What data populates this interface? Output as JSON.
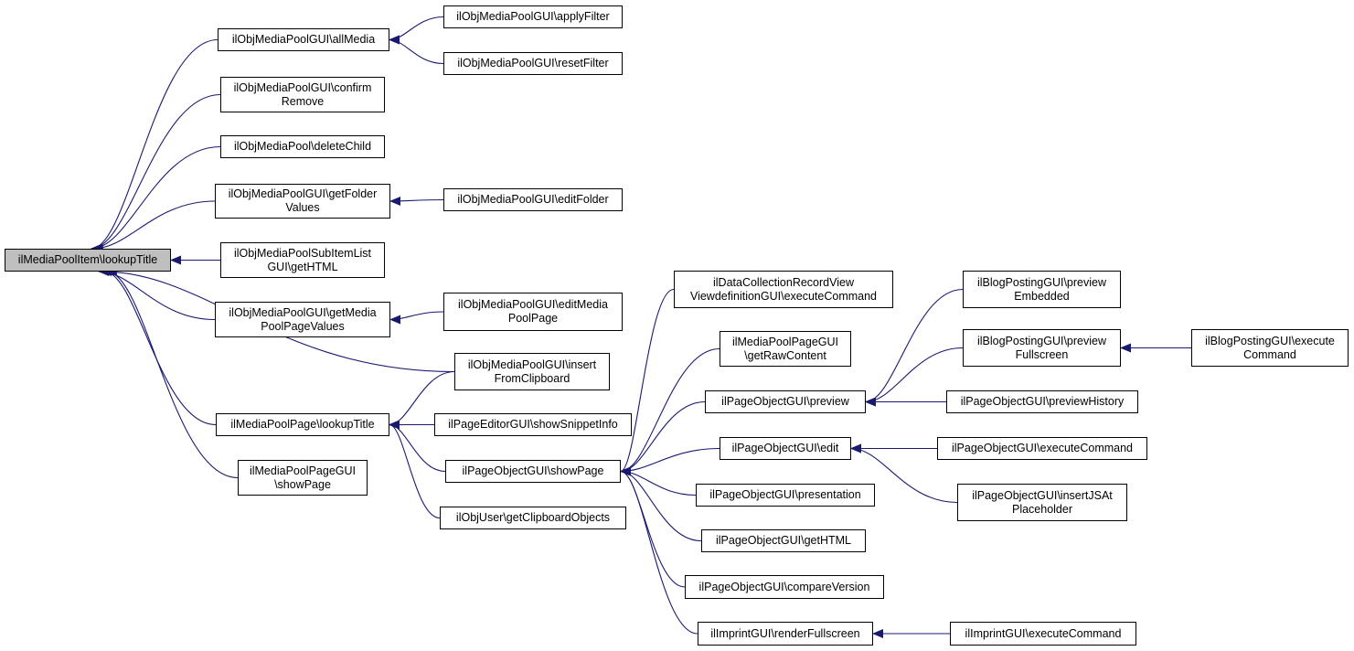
{
  "colors": {
    "edge": "#191970",
    "border": "#000000",
    "root_fill": "#bfbfbf",
    "node_fill": "#ffffff"
  },
  "nodes": {
    "root": [
      "ilMediaPoolItem\\lookupTitle"
    ],
    "allMedia": [
      "ilObjMediaPoolGUI\\allMedia"
    ],
    "confirmRemove": [
      "ilObjMediaPoolGUI\\confirm",
      "Remove"
    ],
    "deleteChild": [
      "ilObjMediaPool\\deleteChild"
    ],
    "getFolderValues": [
      "ilObjMediaPoolGUI\\getFolder",
      "Values"
    ],
    "subItemList": [
      "ilObjMediaPoolSubItemList",
      "GUI\\getHTML"
    ],
    "getMediaPoolPageValues": [
      "ilObjMediaPoolGUI\\getMedia",
      "PoolPageValues"
    ],
    "insertFromClipboard": [
      "ilObjMediaPoolGUI\\insert",
      "FromClipboard"
    ],
    "mppLookupTitle": [
      "ilMediaPoolPage\\lookupTitle"
    ],
    "showPageMpp": [
      "ilMediaPoolPageGUI",
      "\\showPage"
    ],
    "applyFilter": [
      "ilObjMediaPoolGUI\\applyFilter"
    ],
    "resetFilter": [
      "ilObjMediaPoolGUI\\resetFilter"
    ],
    "editFolder": [
      "ilObjMediaPoolGUI\\editFolder"
    ],
    "editMediaPoolPage": [
      "ilObjMediaPoolGUI\\editMedia",
      "PoolPage"
    ],
    "showSnippetInfo": [
      "ilPageEditorGUI\\showSnippetInfo"
    ],
    "showPage": [
      "ilPageObjectGUI\\showPage"
    ],
    "getClipboardObjects": [
      "ilObjUser\\getClipboardObjects"
    ],
    "dcExecute": [
      "ilDataCollectionRecordView",
      "ViewdefinitionGUI\\executeCommand"
    ],
    "getRawContent": [
      "ilMediaPoolPageGUI",
      "\\getRawContent"
    ],
    "preview": [
      "ilPageObjectGUI\\preview"
    ],
    "edit": [
      "ilPageObjectGUI\\edit"
    ],
    "presentation": [
      "ilPageObjectGUI\\presentation"
    ],
    "getHTML": [
      "ilPageObjectGUI\\getHTML"
    ],
    "compareVersion": [
      "ilPageObjectGUI\\compareVersion"
    ],
    "renderFullscreen": [
      "ilImprintGUI\\renderFullscreen"
    ],
    "previewEmbedded": [
      "ilBlogPostingGUI\\preview",
      "Embedded"
    ],
    "previewFullscreen": [
      "ilBlogPostingGUI\\preview",
      "Fullscreen"
    ],
    "previewHistory": [
      "ilPageObjectGUI\\previewHistory"
    ],
    "poExecute": [
      "ilPageObjectGUI\\executeCommand"
    ],
    "insertJS": [
      "ilPageObjectGUI\\insertJSAt",
      "Placeholder"
    ],
    "imprintExecute": [
      "ilImprintGUI\\executeCommand"
    ],
    "blogExecute": [
      "ilBlogPostingGUI\\execute",
      "Command"
    ]
  },
  "edges": [
    [
      "allMedia",
      "root"
    ],
    [
      "confirmRemove",
      "root"
    ],
    [
      "deleteChild",
      "root"
    ],
    [
      "getFolderValues",
      "root"
    ],
    [
      "subItemList",
      "root"
    ],
    [
      "getMediaPoolPageValues",
      "root"
    ],
    [
      "insertFromClipboard",
      "root"
    ],
    [
      "mppLookupTitle",
      "root"
    ],
    [
      "showPageMpp",
      "root"
    ],
    [
      "applyFilter",
      "allMedia"
    ],
    [
      "resetFilter",
      "allMedia"
    ],
    [
      "editFolder",
      "getFolderValues"
    ],
    [
      "editMediaPoolPage",
      "getMediaPoolPageValues"
    ],
    [
      "insertFromClipboard",
      "mppLookupTitle"
    ],
    [
      "showSnippetInfo",
      "mppLookupTitle"
    ],
    [
      "showPage",
      "mppLookupTitle"
    ],
    [
      "getClipboardObjects",
      "mppLookupTitle"
    ],
    [
      "dcExecute",
      "showPage"
    ],
    [
      "getRawContent",
      "showPage"
    ],
    [
      "preview",
      "showPage"
    ],
    [
      "edit",
      "showPage"
    ],
    [
      "presentation",
      "showPage"
    ],
    [
      "getHTML",
      "showPage"
    ],
    [
      "compareVersion",
      "showPage"
    ],
    [
      "renderFullscreen",
      "showPage"
    ],
    [
      "previewEmbedded",
      "preview"
    ],
    [
      "previewFullscreen",
      "preview"
    ],
    [
      "previewHistory",
      "preview"
    ],
    [
      "poExecute",
      "edit"
    ],
    [
      "insertJS",
      "edit"
    ],
    [
      "imprintExecute",
      "renderFullscreen"
    ],
    [
      "blogExecute",
      "previewFullscreen"
    ]
  ]
}
